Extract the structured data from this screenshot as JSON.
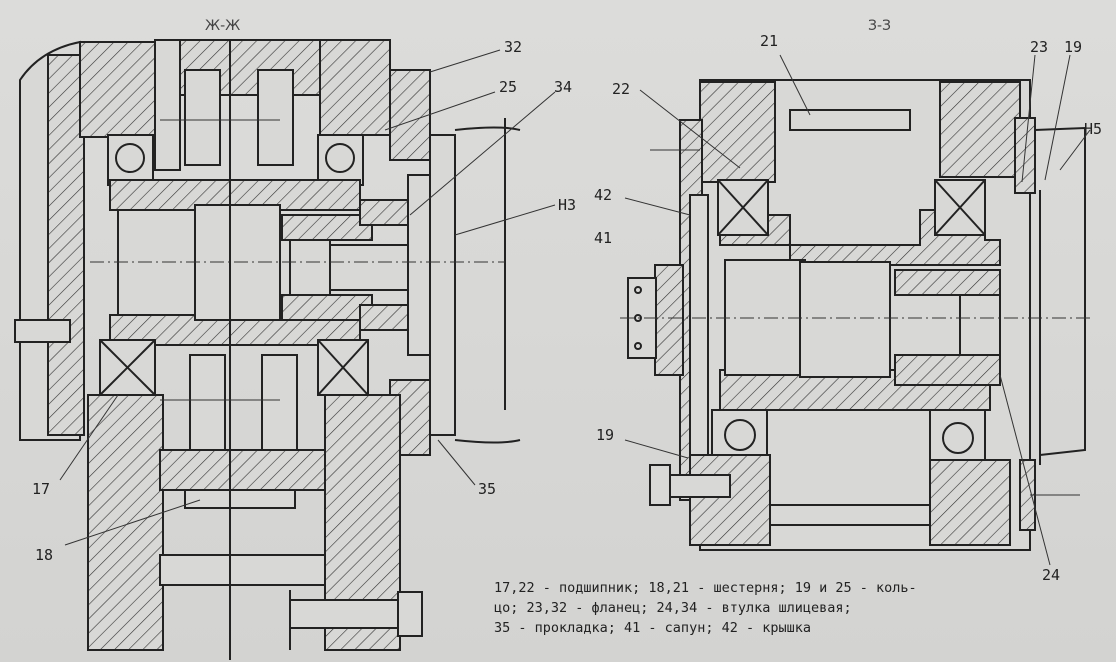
{
  "section_left": "Ж-Ж",
  "section_right": "З-З",
  "labels_left": [
    "32",
    "25",
    "34",
    "Н3",
    "17",
    "18",
    "35"
  ],
  "labels_right": [
    "21",
    "22",
    "23",
    "19",
    "Н5",
    "42",
    "41",
    "19",
    "24"
  ],
  "legend": [
    "17,22 - подшипник; 18,21 - шестерня; 19 и 25 - коль-",
    "цо; 23,32 - фланец; 24,34 - втулка шлицевая;",
    "35 - прокладка; 41 - сапун; 42 - крышка"
  ]
}
